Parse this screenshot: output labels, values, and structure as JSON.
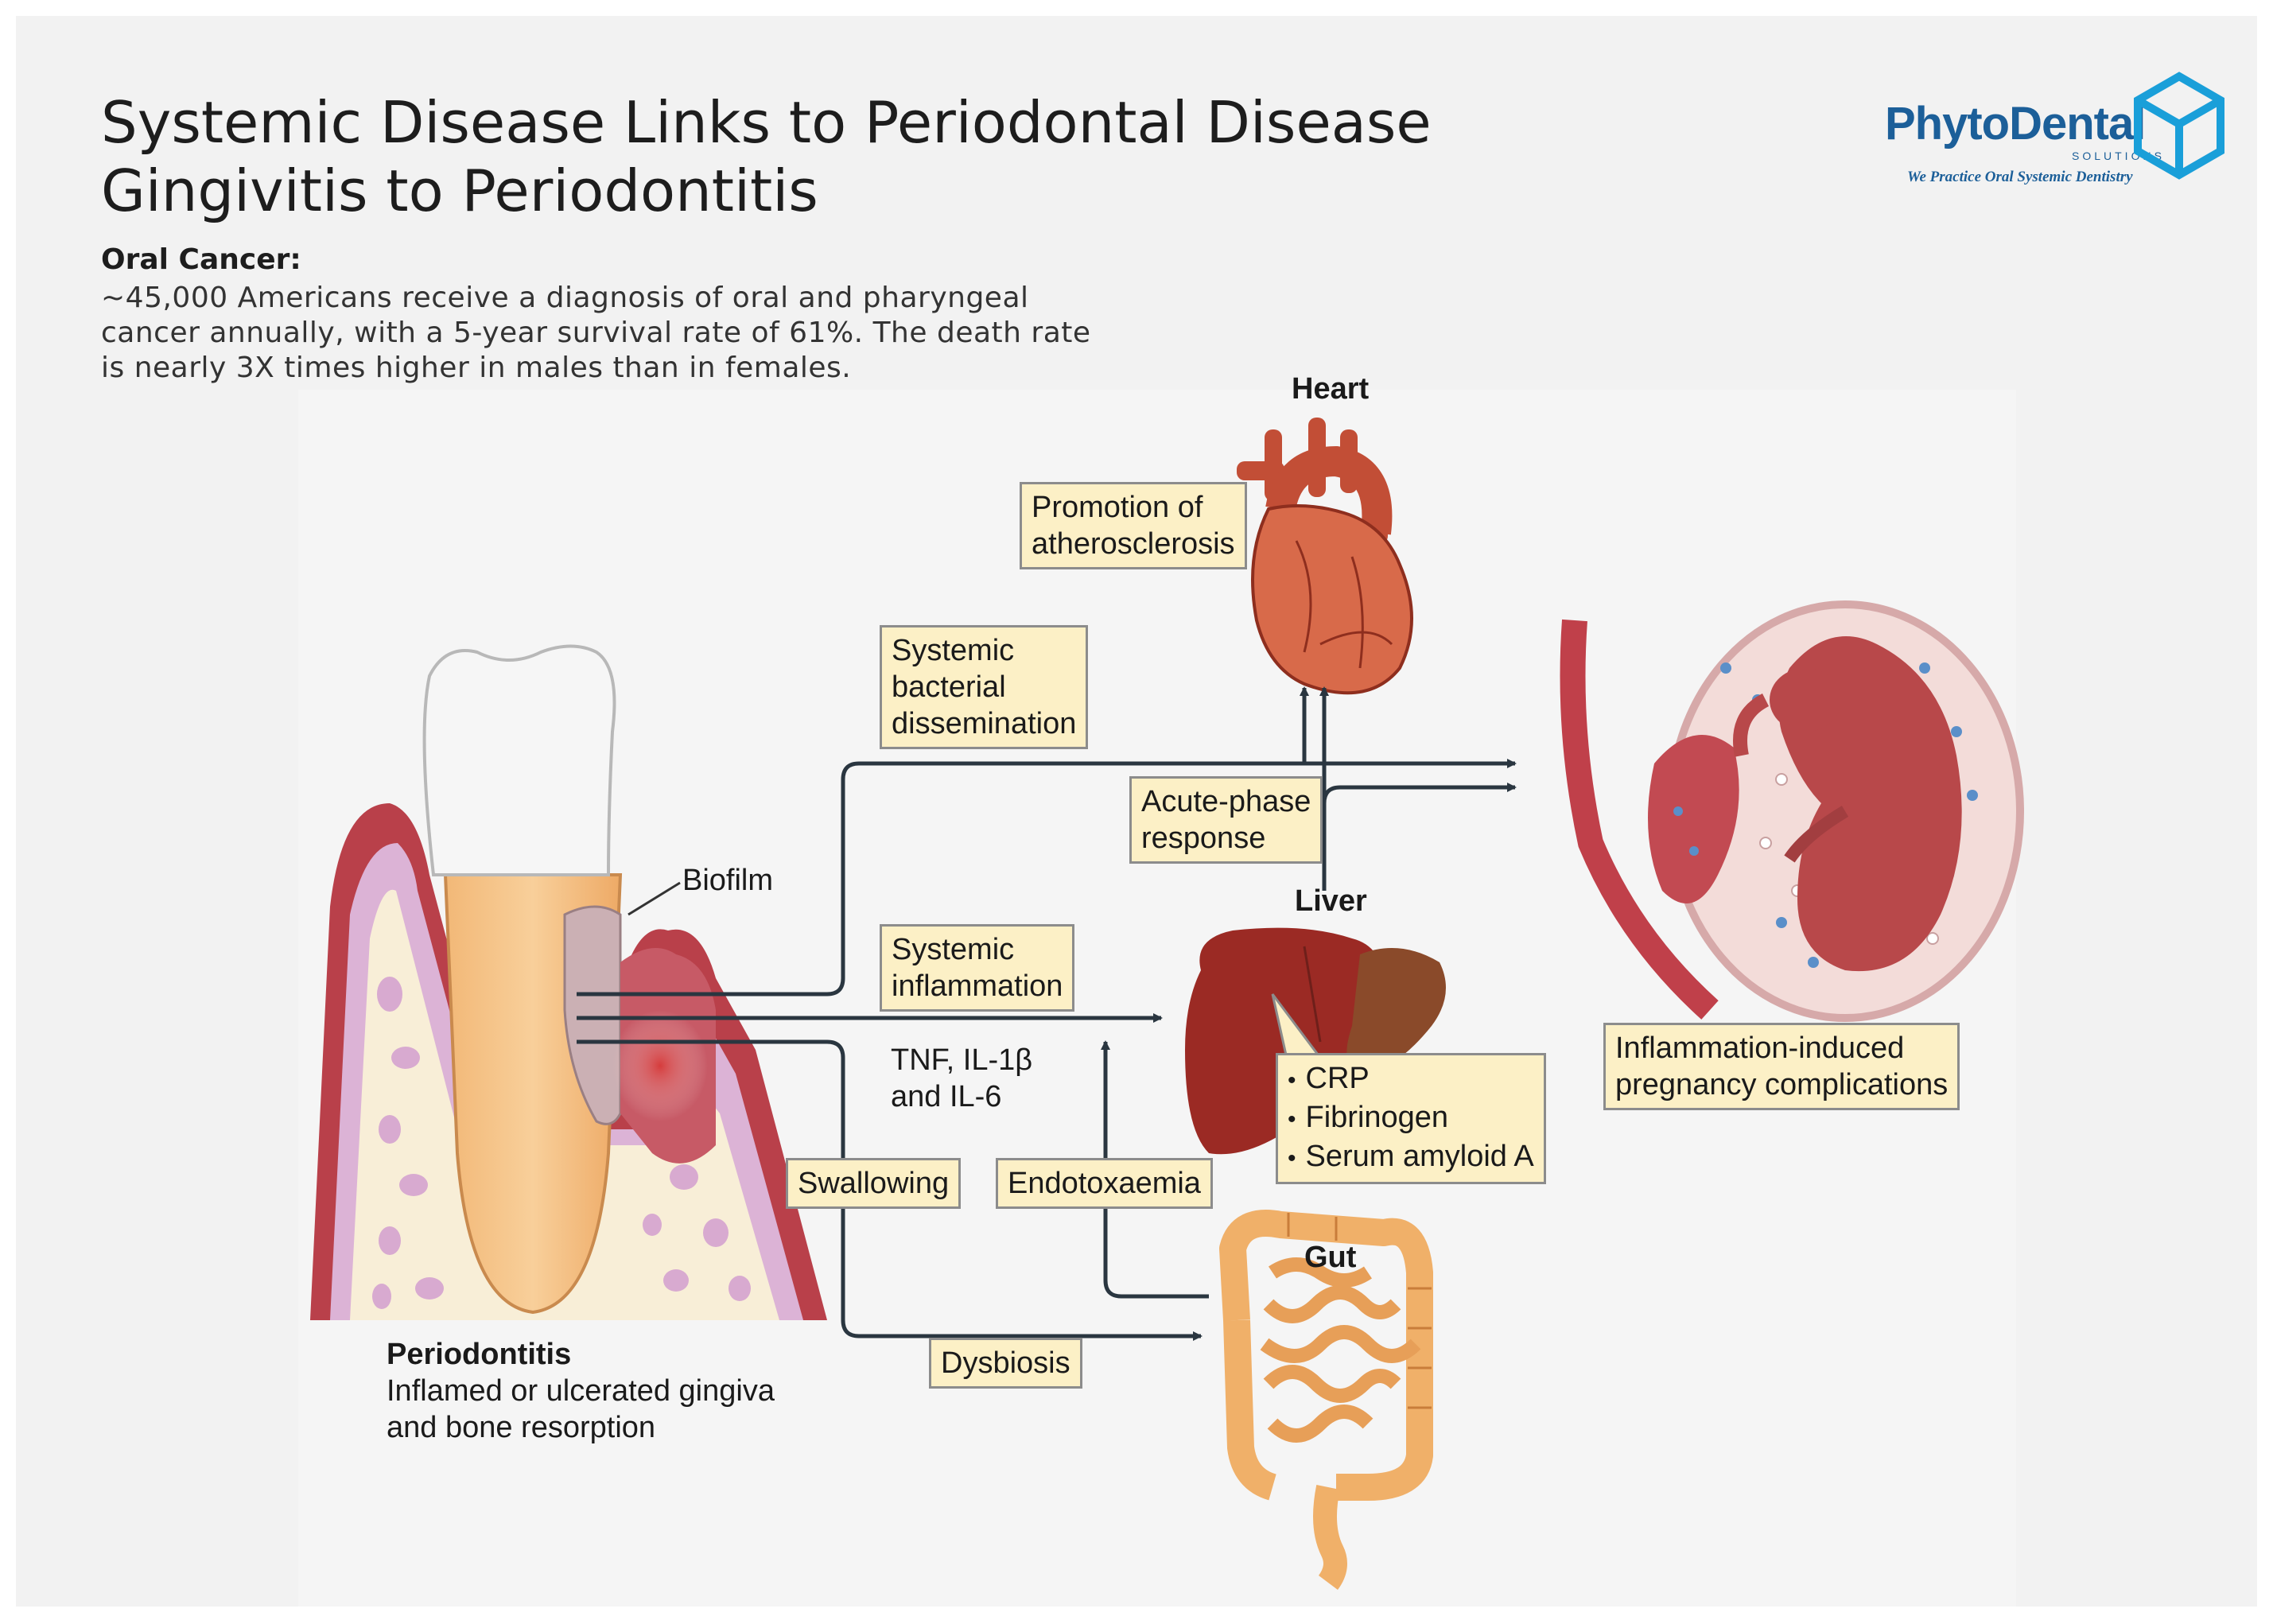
{
  "header": {
    "title_line1": "Systemic Disease Links to Periodontal Disease",
    "title_line2": "Gingivitis to Periodontitis"
  },
  "intro": {
    "heading": "Oral Cancer:",
    "lines": [
      "~45,000 Americans receive a diagnosis of oral and pharyngeal",
      "cancer annually, with a 5-year survival rate of 61%. The death rate",
      "is nearly 3X times higher in males than in females."
    ]
  },
  "logo": {
    "name": "PhytoDental",
    "sub": "SOLUTIONS",
    "tagline": "We Practice Oral Systemic Dentistry",
    "color": "#1c5f99",
    "accent": "#1a9fd9"
  },
  "diagram": {
    "organs": {
      "heart": "Heart",
      "liver": "Liver",
      "gut": "Gut"
    },
    "tooth": {
      "biofilm_label": "Biofilm",
      "caption_title": "Periodontitis",
      "caption_lines": [
        "Inflamed or ulcerated gingiva",
        "and bone resorption"
      ]
    },
    "boxes": {
      "atherosclerosis": [
        "Promotion of",
        "atherosclerosis"
      ],
      "bacterial": [
        "Systemic",
        "bacterial",
        "dissemination"
      ],
      "acute_phase": [
        "Acute-phase",
        "response"
      ],
      "inflammation": [
        "Systemic",
        "inflammation"
      ],
      "cytokines": [
        "TNF, IL-1β",
        "and IL-6"
      ],
      "liver_products": [
        "CRP",
        "Fibrinogen",
        "Serum amyloid A"
      ],
      "swallowing": "Swallowing",
      "endotoxaemia": "Endotoxaemia",
      "dysbiosis": "Dysbiosis",
      "pregnancy": [
        "Inflammation-induced",
        "pregnancy complications"
      ]
    },
    "colors": {
      "label_fill": "#fcf0c6",
      "arrow": "#2a3640",
      "heart": "#c9553a",
      "liver": "#9b2a24",
      "gut": "#f0b069",
      "fetus": "#b8484a",
      "gingiva": "#b9404a",
      "enamel": "#f4f4f4",
      "dentin": "#f2b877"
    }
  }
}
